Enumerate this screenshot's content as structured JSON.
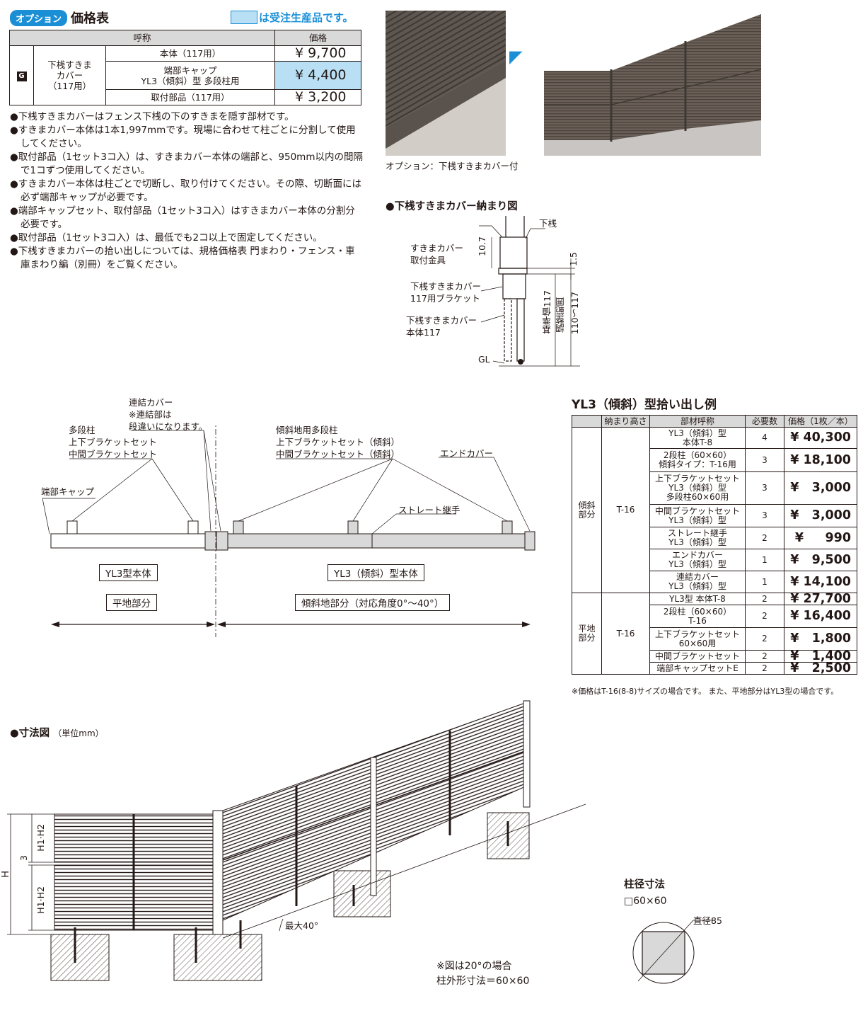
{
  "header": {
    "option_badge": "オプション",
    "title": "価格表",
    "legend_text": "は受注生産品です。"
  },
  "price_table": {
    "col_name": "呼称",
    "col_price": "価格",
    "group_badge": "G",
    "group_label_lines": [
      "下桟すきま",
      "カバー",
      "（117用）"
    ],
    "rows": [
      {
        "name_lines": [
          "本体（117用）"
        ],
        "price": "¥ 9,700",
        "made_to_order": false
      },
      {
        "name_lines": [
          "端部キャップ",
          "YL3（傾斜）型 多段柱用"
        ],
        "price": "¥ 4,400",
        "made_to_order": true
      },
      {
        "name_lines": [
          "取付部品（117用）"
        ],
        "price": "¥ 3,200",
        "made_to_order": false
      }
    ]
  },
  "notes": [
    "下桟すきまカバーはフェンス下桟の下のすきまを隠す部材です。",
    "すきまカバー本体は1本1,997mmです。現場に合わせて柱ごとに分割して使用してください。",
    "取付部品（1セット3コ入）は、すきまカバー本体の端部と、950mm以内の間隔で1コずつ使用してください。",
    "すきまカバー本体は柱ごとで切断し、取り付けてください。その際、切断面には必ず端部キャップが必要です。",
    "端部キャップセット、取付部品（1セット3コ入）はすきまカバー本体の分割分必要です。",
    "取付部品（1セット3コ入）は、最低でも2コ以上で固定してください。",
    "下桟すきまカバーの拾い出しについては、規格価格表 門まわり・フェンス・車庫まわり編（別冊）をご覧ください。"
  ],
  "photo_caption": "オプション：下桟すきまカバー付",
  "section_detail": {
    "title": "●下桟すきまカバー納まり図",
    "label_top": "下桟",
    "label_fitting": [
      "すきまカバー",
      "取付金具"
    ],
    "label_bracket": [
      "下桟すきまカバー",
      "117用ブラケット"
    ],
    "label_body": [
      "下桟すきまカバー",
      "本体117"
    ],
    "label_gl": "GL",
    "dim_107": "10.7",
    "dim_15": "1.5",
    "dim_std": "基準値117",
    "dim_adj_label": "調整範囲",
    "dim_adj": "110〜117"
  },
  "layout_diagram": {
    "joint_cover": [
      "連結カバー",
      "※連結部は",
      "段違いになります。"
    ],
    "flat_post": [
      "多段柱",
      "上下ブラケットセット",
      "中間ブラケットセット"
    ],
    "slope_post": [
      "傾斜地用多段柱",
      "上下ブラケットセット（傾斜）",
      "中間ブラケットセット（傾斜）"
    ],
    "end_cap": "端部キャップ",
    "end_cover": "エンドカバー",
    "straight_joint": "ストレート継手",
    "flat_body": "YL3型本体",
    "slope_body": "YL3（傾斜）型本体",
    "flat_part": "平地部分",
    "slope_part": "傾斜地部分（対応角度0°〜40°）"
  },
  "dimension_diagram": {
    "title": "●寸法図",
    "unit": "（単位mm）",
    "h_label": "H",
    "h1h2_label": "H1·H2",
    "gap": "3",
    "max_angle": "最大40°",
    "note1": "※図は20°の場合",
    "note2": "柱外形寸法＝60×60"
  },
  "post_size": {
    "title": "柱径寸法",
    "size": "□60×60",
    "diameter": "直径85"
  },
  "example_table": {
    "title": "YL3（傾斜）型拾い出し例",
    "headers": [
      "",
      "納まり高さ",
      "部材呼称",
      "必要数",
      "価格（1枚／本）"
    ],
    "groups": [
      {
        "section": [
          "傾斜",
          "部分"
        ],
        "height": "T-16",
        "rows": [
          {
            "name": [
              "YL3（傾斜）型",
              "本体T-8"
            ],
            "qty": "4",
            "price": "¥ 40,300"
          },
          {
            "name": [
              "2段柱（60×60）",
              "傾斜タイプ：T-16用"
            ],
            "qty": "3",
            "price": "¥ 18,100"
          },
          {
            "name": [
              "上下ブラケットセット",
              "YL3（傾斜）型",
              "多段柱60×60用"
            ],
            "qty": "3",
            "price": "¥   3,000"
          },
          {
            "name": [
              "中間ブラケットセット",
              "YL3（傾斜）型"
            ],
            "qty": "3",
            "price": "¥   3,000"
          },
          {
            "name": [
              "ストレート継手",
              "YL3（傾斜）型"
            ],
            "qty": "2",
            "price": "¥     990"
          },
          {
            "name": [
              "エンドカバー",
              "YL3（傾斜）型"
            ],
            "qty": "1",
            "price": "¥   9,500"
          },
          {
            "name": [
              "連結カバー",
              "YL3（傾斜）型"
            ],
            "qty": "1",
            "price": "¥ 14,100"
          }
        ]
      },
      {
        "section": [
          "平地",
          "部分"
        ],
        "height": "T-16",
        "rows": [
          {
            "name": [
              "YL3型 本体T-8"
            ],
            "qty": "2",
            "price": "¥ 27,700"
          },
          {
            "name": [
              "2段柱（60×60）",
              "T-16"
            ],
            "qty": "2",
            "price": "¥ 16,400"
          },
          {
            "name": [
              "上下ブラケットセット",
              "60×60用"
            ],
            "qty": "2",
            "price": "¥   1,800"
          },
          {
            "name": [
              "中間ブラケットセット"
            ],
            "qty": "2",
            "price": "¥   1,400"
          },
          {
            "name": [
              "端部キャップセットE"
            ],
            "qty": "2",
            "price": "¥   2,500"
          }
        ]
      }
    ],
    "note": "※価格はT-16(8-8)サイズの場合です。 また、平地部分はYL3型の場合です。"
  },
  "colors": {
    "accent": "#1a8fd6",
    "made_to_order": "#b8dff4",
    "header_bg": "#d9d9d9",
    "fence": "#6b6058"
  }
}
